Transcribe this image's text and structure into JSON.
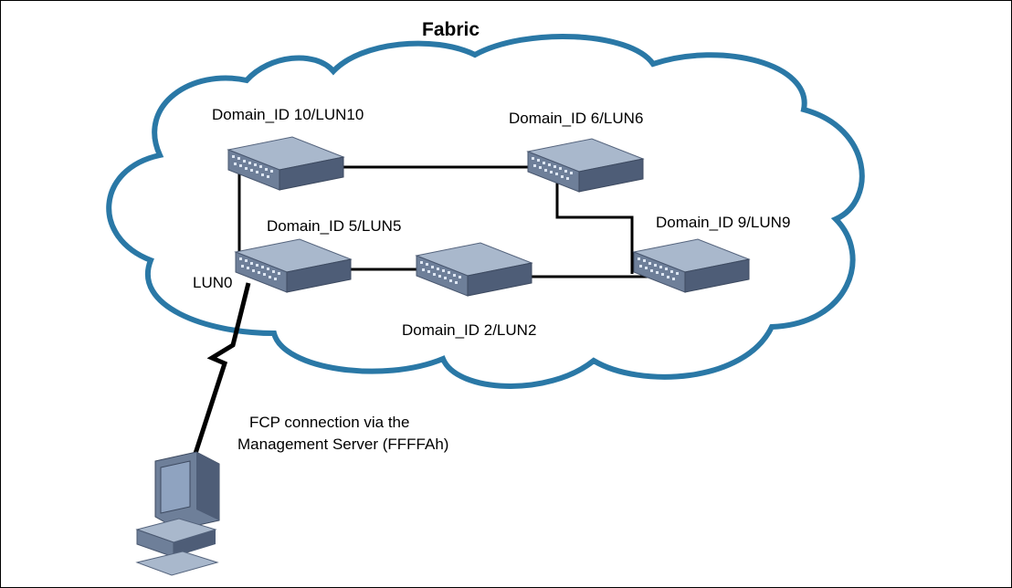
{
  "diagram": {
    "title": "Fabric",
    "switch_labels": {
      "sw10": "Domain_ID 10/LUN10",
      "sw6": "Domain_ID 6/LUN6",
      "sw5": "Domain_ID 5/LUN5",
      "sw9": "Domain_ID 9/LUN9",
      "sw2": "Domain_ID 2/LUN2"
    },
    "lun0_label": "LUN0",
    "connection_label": {
      "line1": "FCP connection via the",
      "line2": "Management Server (FFFFAh)"
    },
    "colors": {
      "cloud_stroke": "#2a78a6",
      "switch_top": "#a9b8cc",
      "switch_front": "#6e7f99",
      "switch_side": "#4e5d77",
      "link": "#000000"
    }
  }
}
